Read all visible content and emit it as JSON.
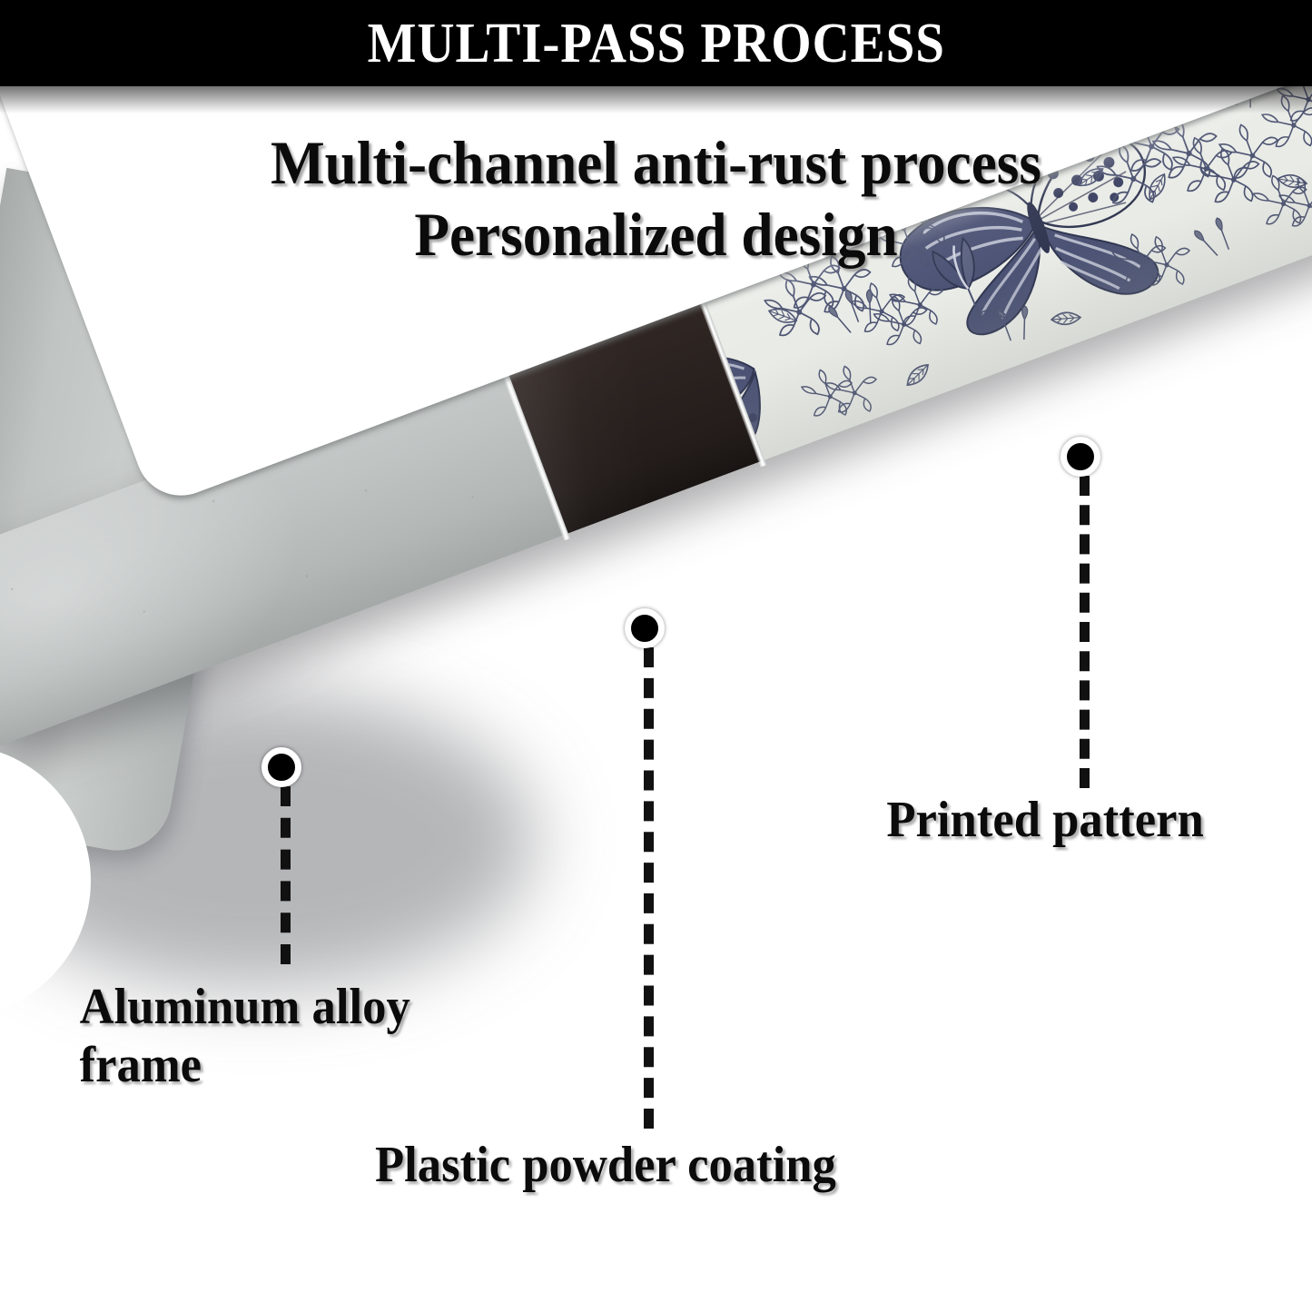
{
  "header": {
    "title": "MULTI-PASS PROCESS",
    "background_color": "#000000",
    "text_color": "#ffffff"
  },
  "subtitle": {
    "line1": "Multi-channel anti-rust process",
    "line2": "Personalized design"
  },
  "product": {
    "description": "Angled close-up of a license plate frame corner showing three material layers",
    "segments": [
      {
        "name": "aluminum-alloy",
        "color": "#bfc4c3"
      },
      {
        "name": "plastic-powder-coating",
        "color": "#2b2320"
      },
      {
        "name": "printed-pattern",
        "color": "#e9ebe6",
        "ink_color": "#434a6b",
        "motif": "toile botanical print with butterflies and flowers"
      }
    ]
  },
  "callouts": [
    {
      "id": "aluminum",
      "label": "Aluminum alloy\nframe",
      "marker_color": "#000000",
      "ring_color": "#ffffff"
    },
    {
      "id": "coating",
      "label": "Plastic powder coating",
      "marker_color": "#000000",
      "ring_color": "#ffffff"
    },
    {
      "id": "pattern",
      "label": "Printed pattern",
      "marker_color": "#000000",
      "ring_color": "#ffffff"
    }
  ]
}
